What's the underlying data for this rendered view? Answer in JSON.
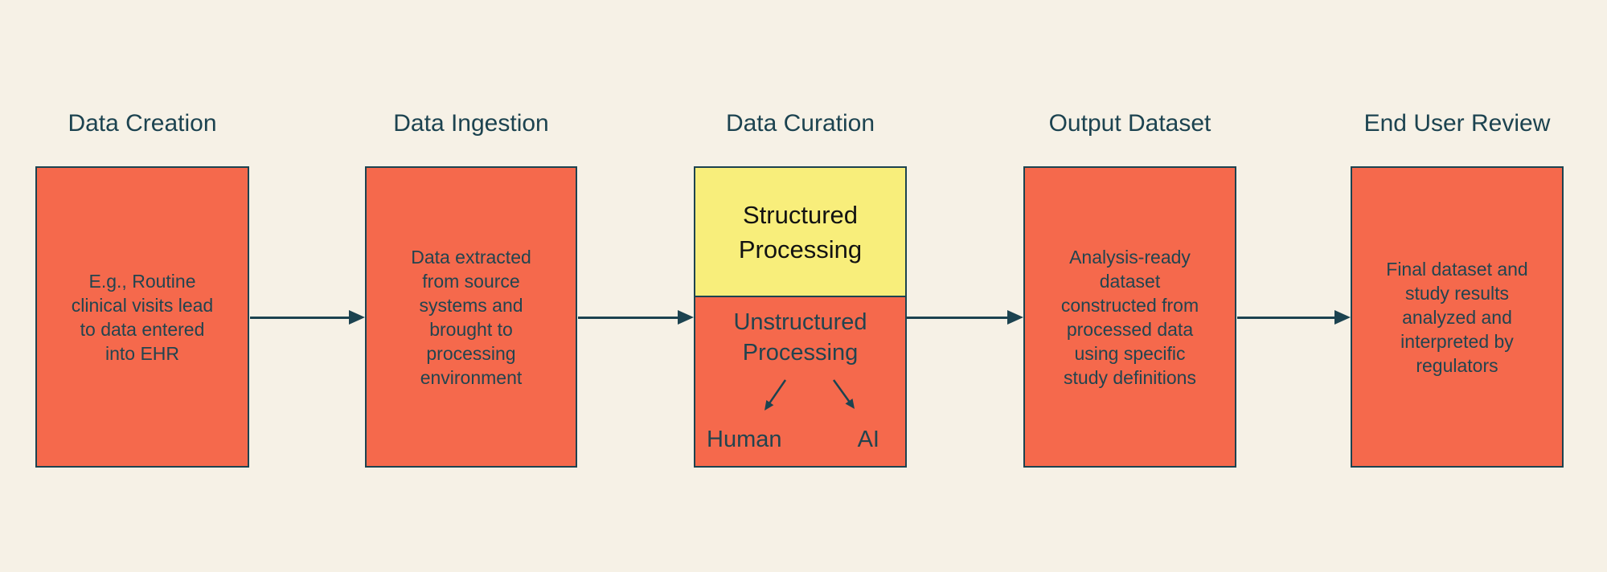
{
  "palette": {
    "background": "#F6F1E6",
    "box_orange": "#F5694C",
    "box_yellow": "#F8EE7B",
    "ink_teal": "#1C4350",
    "structured_text": "#121212"
  },
  "stages": [
    {
      "title": "Data Creation",
      "body": "E.g., Routine\nclinical visits lead\nto data entered\ninto EHR"
    },
    {
      "title": "Data Ingestion",
      "body": "Data extracted\nfrom source\nsystems and\nbrought to\nprocessing\nenvironment"
    },
    {
      "title": "Data Curation",
      "structured_label": "Structured\nProcessing",
      "unstructured_label": "Unstructured\nProcessing",
      "human_label": "Human",
      "ai_label": "AI"
    },
    {
      "title": "Output Dataset",
      "body": "Analysis-ready\ndataset\nconstructed from\nprocessed data\nusing specific\nstudy definitions"
    },
    {
      "title": "End User Review",
      "body": "Final dataset and\nstudy results\nanalyzed and\ninterpreted by\nregulators"
    }
  ],
  "connectors": [
    {
      "from": "Data Creation",
      "to": "Data Ingestion"
    },
    {
      "from": "Data Ingestion",
      "to": "Data Curation"
    },
    {
      "from": "Data Curation",
      "to": "Output Dataset"
    },
    {
      "from": "Output Dataset",
      "to": "End User Review"
    },
    {
      "from": "Unstructured Processing",
      "to": "Human"
    },
    {
      "from": "Unstructured Processing",
      "to": "AI"
    }
  ]
}
